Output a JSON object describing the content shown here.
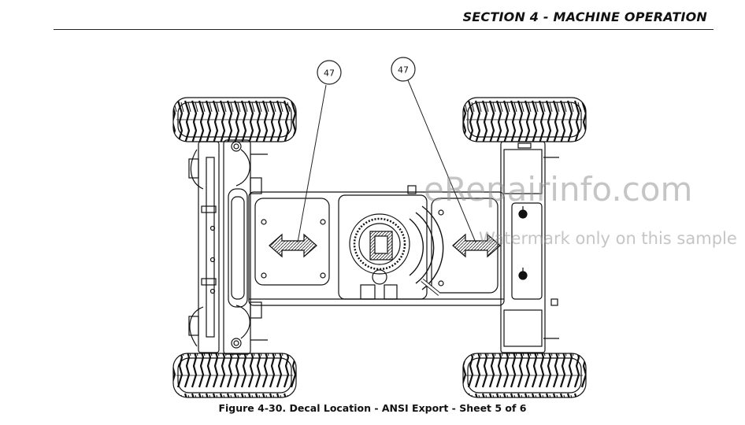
{
  "header": {
    "section_title": "SECTION 4 - MACHINE OPERATION"
  },
  "callouts": [
    {
      "label": "47"
    },
    {
      "label": "47"
    }
  ],
  "figure": {
    "caption": "Figure 4-30. Decal Location - ANSI Export - Sheet 5 of 6"
  },
  "watermark": {
    "site": "eRepairinfo.com",
    "note": "Watermark only on this sample"
  }
}
